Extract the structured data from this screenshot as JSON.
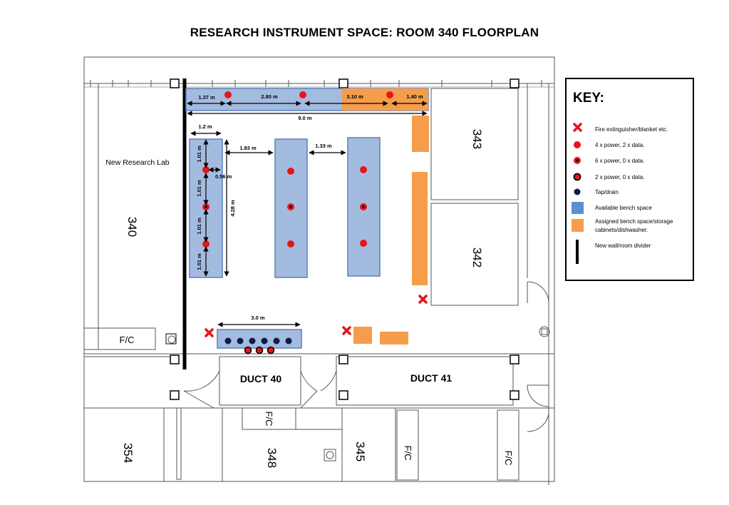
{
  "title": "RESEARCH INSTRUMENT SPACE: ROOM 340 FLOORPLAN",
  "colors": {
    "available_bench": "#a4bbe0",
    "bench_border": "#5b7fbd",
    "assigned_bench": "#f59d4a",
    "power": "#e8141b",
    "tap": "#0d1b4a",
    "wall": "#000000",
    "line": "#555555"
  },
  "labels": {
    "new_lab": "New Research Lab",
    "rooms": {
      "r340": "340",
      "r343": "343",
      "r342": "342",
      "r354": "354",
      "r348": "348",
      "r345": "345"
    },
    "ducts": {
      "d40": "DUCT 40",
      "d41": "DUCT 41"
    },
    "fc": "F/C",
    "dims": {
      "d137": "1.37 m",
      "d280": "2.80 m",
      "d310": "3.10 m",
      "d140": "1.40 m",
      "d90": "9.0 m",
      "d12": "1.2 m",
      "d183": "1.83 m",
      "d133": "1.33 m",
      "d101": "1.01 m",
      "d056": "0.56 m",
      "d428": "4.28 m",
      "d30": "3.0 m"
    }
  },
  "key": {
    "heading": "KEY:",
    "items": [
      {
        "symbol": "fire-extinguisher",
        "label": "Fire extinguisher/blanket etc."
      },
      {
        "symbol": "power-4-2",
        "label": "4 x power, 2 x data."
      },
      {
        "symbol": "power-6-0",
        "label": "6 x power, 0 x data."
      },
      {
        "symbol": "power-2-0",
        "label": "2 x power, 0 x data."
      },
      {
        "symbol": "tap-drain",
        "label": "Tap/drain"
      },
      {
        "symbol": "available-bench",
        "label": "Available bench space"
      },
      {
        "symbol": "assigned-bench",
        "label": "Assigned bench space/storage",
        "label2": "cabinets/dishwasher."
      },
      {
        "symbol": "wall-divider",
        "label": "New wall/room divider"
      }
    ]
  }
}
